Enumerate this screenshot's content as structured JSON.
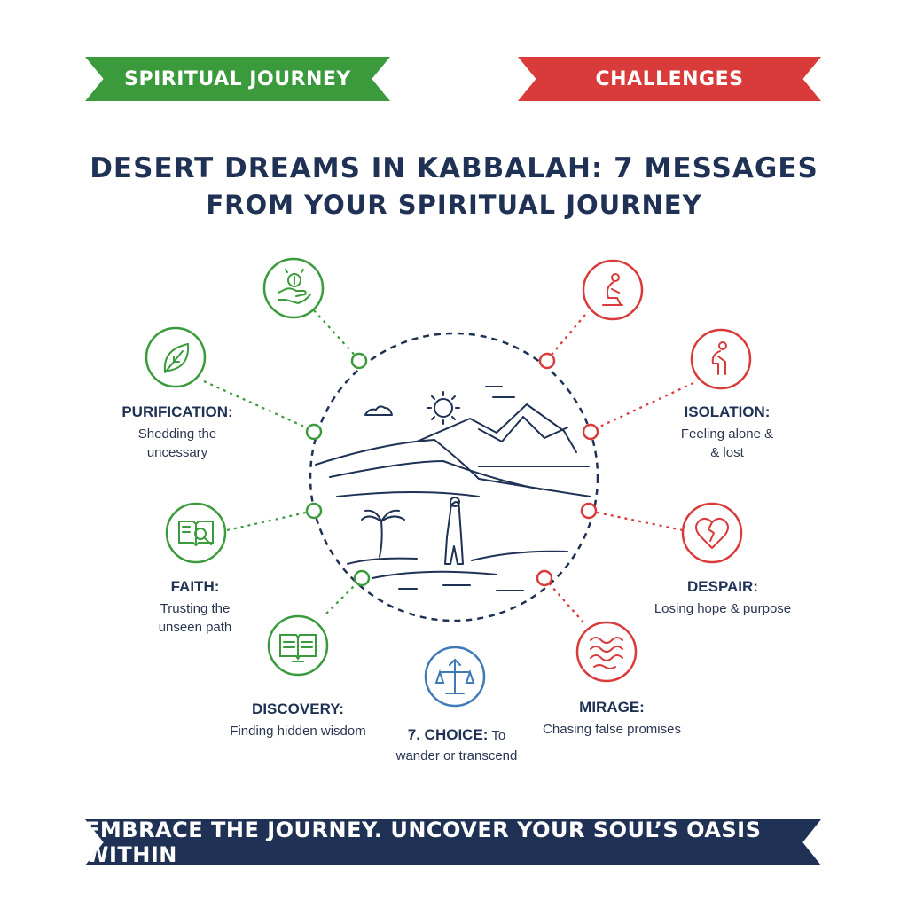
{
  "banners": {
    "left": "SPIRITUAL JOURNEY",
    "right": "CHALLENGES",
    "bottom": "EMBRACE THE JOURNEY. UNCOVER YOUR SOUL’S OASIS WITHIN"
  },
  "title": {
    "line1": "DESERT DREAMS IN KABBALAH: 7 MESSAGES",
    "line2": "FROM YOUR SPIRITUAL JOURNEY"
  },
  "colors": {
    "green": "#3a9a3c",
    "red": "#d93a3a",
    "navy": "#1f3154",
    "blue": "#3f7ab8"
  },
  "nodes": {
    "purification": {
      "title": "PURIFICATION:",
      "desc1": "Shedding the",
      "desc2": "uncessary",
      "icon": "leaf-icon"
    },
    "faith": {
      "title": "FAITH:",
      "desc1": "Trusting the",
      "desc2": "unseen path",
      "icon": "book-magnifier-icon"
    },
    "discovery": {
      "title": "DISCOVERY:",
      "desc1": "Finding hidden wisdom",
      "icon": "open-book-icon"
    },
    "choice": {
      "title": "7. CHOICE:",
      "desc_inline": "To",
      "desc2": "wander or transcend",
      "icon": "scales-icon"
    },
    "mirage": {
      "title": "MIRAGE:",
      "desc1": "Chasing false promises",
      "icon": "waves-icon"
    },
    "despair": {
      "title": "DESPAIR:",
      "desc1": "Losing hope & purpose",
      "icon": "broken-heart-icon"
    },
    "isolation": {
      "title": "ISOLATION:",
      "desc1": "Feeling alone &",
      "desc2": "& lost",
      "icon": "crouching-person-icon"
    },
    "top_green": {
      "icon": "hand-coin-icon"
    },
    "top_red": {
      "icon": "seated-person-icon"
    }
  },
  "scene": {
    "icon": "desert-scene-icon"
  }
}
